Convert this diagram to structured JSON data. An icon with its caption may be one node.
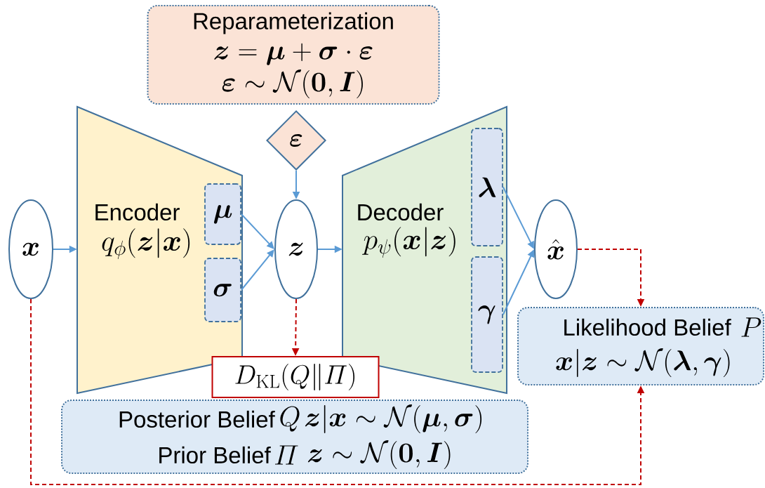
{
  "diagram": {
    "nodes": [
      {
        "text": [
          "Reparameterization",
          "\\boldsymbol{z}=\\boldsymbol{\\mu}+\\boldsymbol{\\sigma}\\cdot\\boldsymbol{\\varepsilon}",
          "\\boldsymbol{\\varepsilon}\\sim\\mathcal{N}(\\mathbf{0},\\boldsymbol{I})"
        ]
      },
      {
        "text": [
          "\\boldsymbol{\\varepsilon}"
        ]
      },
      {
        "text": [
          "Encoder",
          "q_{\\phi}(\\boldsymbol{z}|\\boldsymbol{x})"
        ]
      },
      {
        "text": [
          "\\boldsymbol{\\mu}"
        ],
        "in": 2
      },
      {
        "text": [
          "\\boldsymbol{\\sigma}"
        ],
        "in": 2
      },
      {
        "text": [
          "\\boldsymbol{x}"
        ]
      },
      {
        "text": [
          "\\boldsymbol{z}"
        ]
      },
      {
        "text": [
          "Decoder",
          "p_{\\psi}(\\boldsymbol{x}|\\boldsymbol{z})"
        ]
      },
      {
        "text": [
          "\\boldsymbol{\\lambda}"
        ],
        "in": 7
      },
      {
        "text": [
          "\\boldsymbol{\\gamma}"
        ],
        "in": 7
      },
      {
        "text": [
          "\\hat{\\boldsymbol{x}}"
        ]
      },
      {
        "text": [
          "D_{\\mathrm{KL}}(Q\\|\\varPi)"
        ]
      },
      {
        "text": [
          "Posterior Belief",
          "Q",
          "\\boldsymbol{z}|\\boldsymbol{x}\\sim\\mathcal{N}(\\boldsymbol{\\mu},\\boldsymbol{\\sigma})",
          "Prior Belief",
          "\\varPi",
          "\\boldsymbol{z}\\sim\\mathcal{N}(\\mathbf{0},\\boldsymbol{I})"
        ]
      },
      {
        "text": [
          "Likelihood Belief",
          "P",
          "\\boldsymbol{x}|\\boldsymbol{z}\\sim\\mathcal{N}(\\boldsymbol{\\lambda},\\boldsymbol{\\gamma})"
        ]
      }
    ],
    "edges": [
      {
        "from": 1,
        "to": 6,
        "arrow": "to"
      },
      {
        "from": 5,
        "to": 2,
        "arrow": "to"
      },
      {
        "from": 3,
        "to": 6,
        "arrow": "to"
      },
      {
        "from": 4,
        "to": 6,
        "arrow": "to"
      },
      {
        "from": 6,
        "to": 7,
        "arrow": "to"
      },
      {
        "from": 8,
        "to": 10,
        "arrow": "to"
      },
      {
        "from": 9,
        "to": 10,
        "arrow": "to"
      },
      {
        "from": 6,
        "to": 11,
        "arrow": "to",
        "style": "dashed",
        "color": "#c00000"
      },
      {
        "from": 10,
        "to": 13,
        "arrow": "to",
        "style": "dashed",
        "color": "#c00000"
      },
      {
        "from": 5,
        "to": 13,
        "arrow": "to",
        "style": "dashed",
        "color": "#c00000"
      }
    ]
  }
}
